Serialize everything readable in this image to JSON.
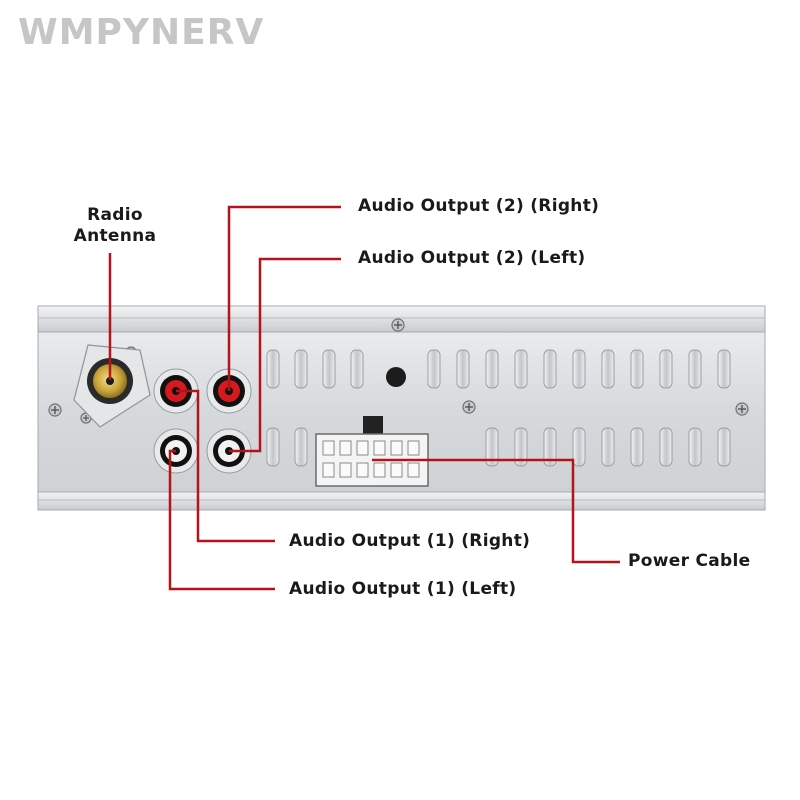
{
  "watermark": "WMPYNERV",
  "labels": {
    "radio_antenna_line1": "Radio",
    "radio_antenna_line2": "Antenna",
    "audio_output_2_right": "Audio Output (2) (Right)",
    "audio_output_2_left": "Audio Output (2) (Left)",
    "audio_output_1_right": "Audio Output (1) (Right)",
    "audio_output_1_left": "Audio Output (1) (Left)",
    "power_cable": "Power Cable"
  },
  "colors": {
    "leader_line": "#b5121b",
    "rca_red": "#d51a1f",
    "rca_white": "#f2f2f2",
    "antenna_gold": "#c9a53a",
    "chassis": "#dfe2e4"
  }
}
